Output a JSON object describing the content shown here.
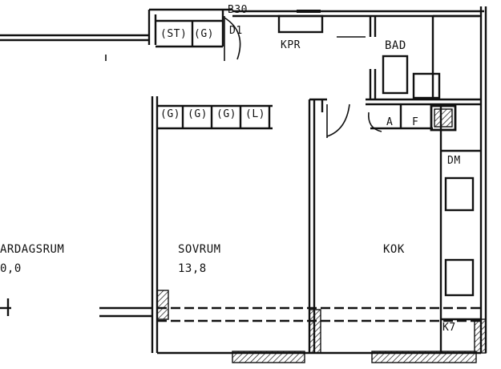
{
  "rooms": {
    "vardagsrum_name": "ARDAGSRUM",
    "vardagsrum_area": "0,0",
    "sovrum_name": "SOVRUM",
    "sovrum_area": "13,8",
    "kok_name": "KOK",
    "bad_name": "BAD",
    "kpr_name": "KPR"
  },
  "codes": {
    "b30": "B30",
    "d1": "D1",
    "st": "(ST)",
    "g_top": "(G)",
    "wardrobe": [
      "(G)",
      "(G)",
      "(G)",
      "(L)"
    ],
    "a": "A",
    "f": "F",
    "dm": "DM",
    "k7": "K7"
  }
}
